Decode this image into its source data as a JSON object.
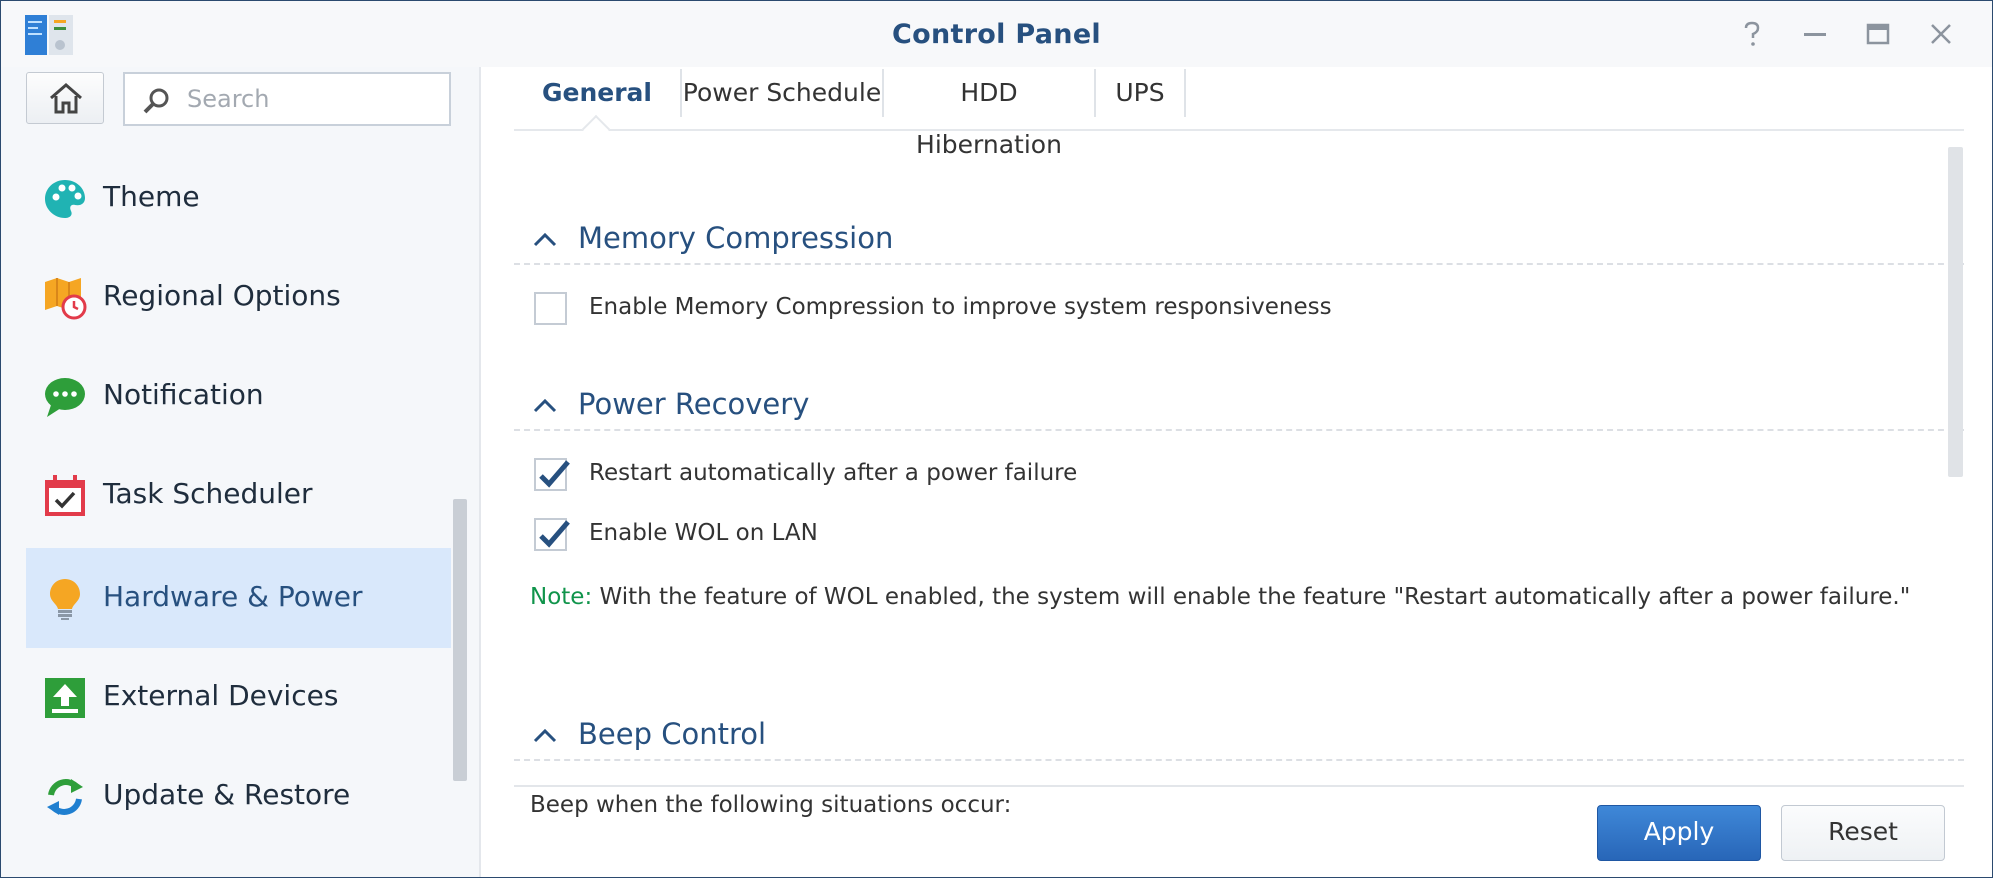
{
  "window": {
    "title": "Control Panel",
    "controls": [
      "help-icon",
      "minimize-icon",
      "maximize-icon",
      "close-icon"
    ]
  },
  "sidebar": {
    "search": {
      "placeholder": "Search",
      "value": ""
    },
    "items": [
      {
        "label": "Theme",
        "icon": "palette-icon",
        "active": false
      },
      {
        "label": "Regional Options",
        "icon": "map-clock-icon",
        "active": false
      },
      {
        "label": "Notification",
        "icon": "chat-bubble-icon",
        "active": false
      },
      {
        "label": "Task Scheduler",
        "icon": "calendar-check-icon",
        "active": false
      },
      {
        "label": "Hardware & Power",
        "icon": "lightbulb-icon",
        "active": true
      },
      {
        "label": "External Devices",
        "icon": "upload-device-icon",
        "active": false
      },
      {
        "label": "Update & Restore",
        "icon": "refresh-icon",
        "active": false
      }
    ]
  },
  "tabs": [
    {
      "label": "General",
      "active": true
    },
    {
      "label": "Power Schedule",
      "active": false
    },
    {
      "label": "HDD Hibernation",
      "active": false
    },
    {
      "label": "UPS",
      "active": false
    }
  ],
  "sections": {
    "memory": {
      "title": "Memory Compression",
      "options": [
        {
          "label": "Enable Memory Compression to improve system responsiveness",
          "checked": false
        }
      ]
    },
    "power_recovery": {
      "title": "Power Recovery",
      "options": [
        {
          "label": "Restart automatically after a power failure",
          "checked": true
        },
        {
          "label": "Enable WOL on LAN",
          "checked": true
        }
      ],
      "note_prefix": "Note:",
      "note_text": " With the feature of WOL enabled, the system will enable the feature \"Restart automatically after a power failure.\""
    },
    "beep": {
      "title": "Beep Control",
      "description": "Beep when the following situations occur:"
    }
  },
  "footer": {
    "apply_label": "Apply",
    "reset_label": "Reset"
  },
  "colors": {
    "accent": "#27507f",
    "active_item_bg": "#d9e8fb",
    "note_green": "#10944b",
    "apply_blue": "#2f74c8"
  }
}
